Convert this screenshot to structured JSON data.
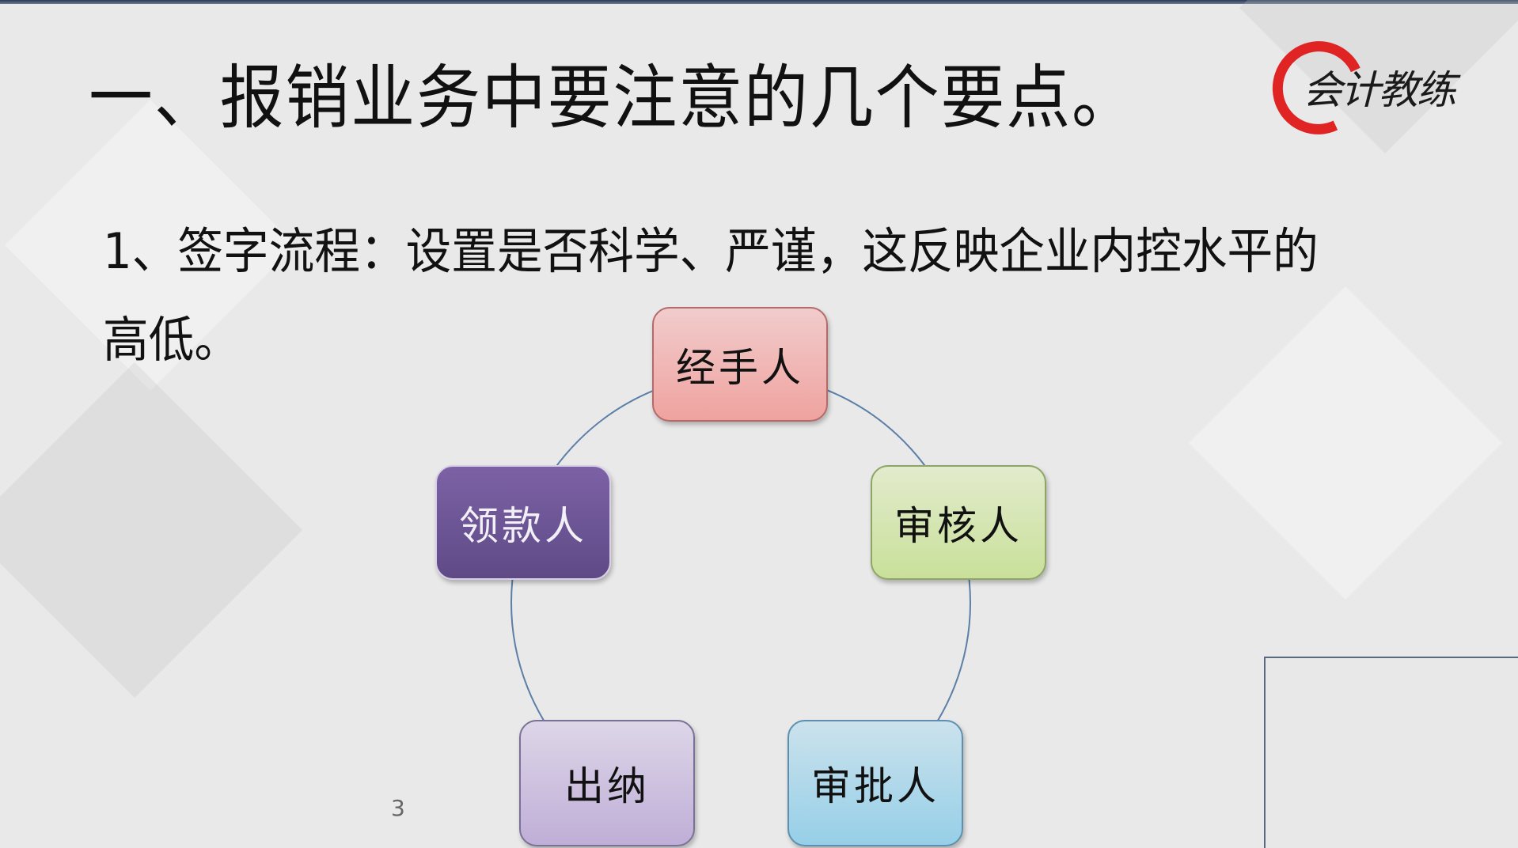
{
  "slide": {
    "title": "一、报销业务中要注意的几个要点。",
    "subtitle": "1、签字流程：设置是否科学、严谨，这反映企业内控水平的高低。",
    "page_number": "3"
  },
  "logo": {
    "text": "会计教练",
    "accent_color": "#e02424"
  },
  "diagram": {
    "type": "cycle",
    "connector_color": "#5b7fa6",
    "nodes": [
      {
        "label": "经手人",
        "color": "#efa39f"
      },
      {
        "label": "审核人",
        "color": "#c9e09a"
      },
      {
        "label": "审批人",
        "color": "#96cfe8"
      },
      {
        "label": "出纳",
        "color": "#bfaed7"
      },
      {
        "label": "领款人",
        "color": "#6a5393"
      }
    ]
  }
}
